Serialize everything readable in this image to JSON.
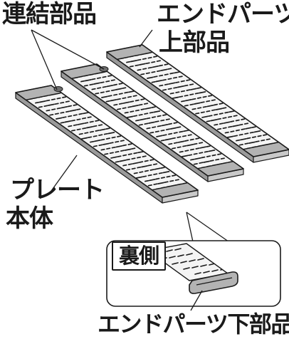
{
  "labels": {
    "connecting_part": "連結部品",
    "end_parts_top_line1": "エンドパーツ",
    "end_parts_top_line2": "上部品",
    "plate_line1": "プレート",
    "plate_line2": "本体",
    "back_side": "裏側",
    "end_parts_bottom": "エンドパーツ下部品"
  },
  "colors": {
    "line": "#1a1a1a",
    "plate_face": "#f4f4f4",
    "plate_edge": "#9a9a9a",
    "end_part": "#b3b3b3",
    "hole": "#1a1a1a"
  }
}
